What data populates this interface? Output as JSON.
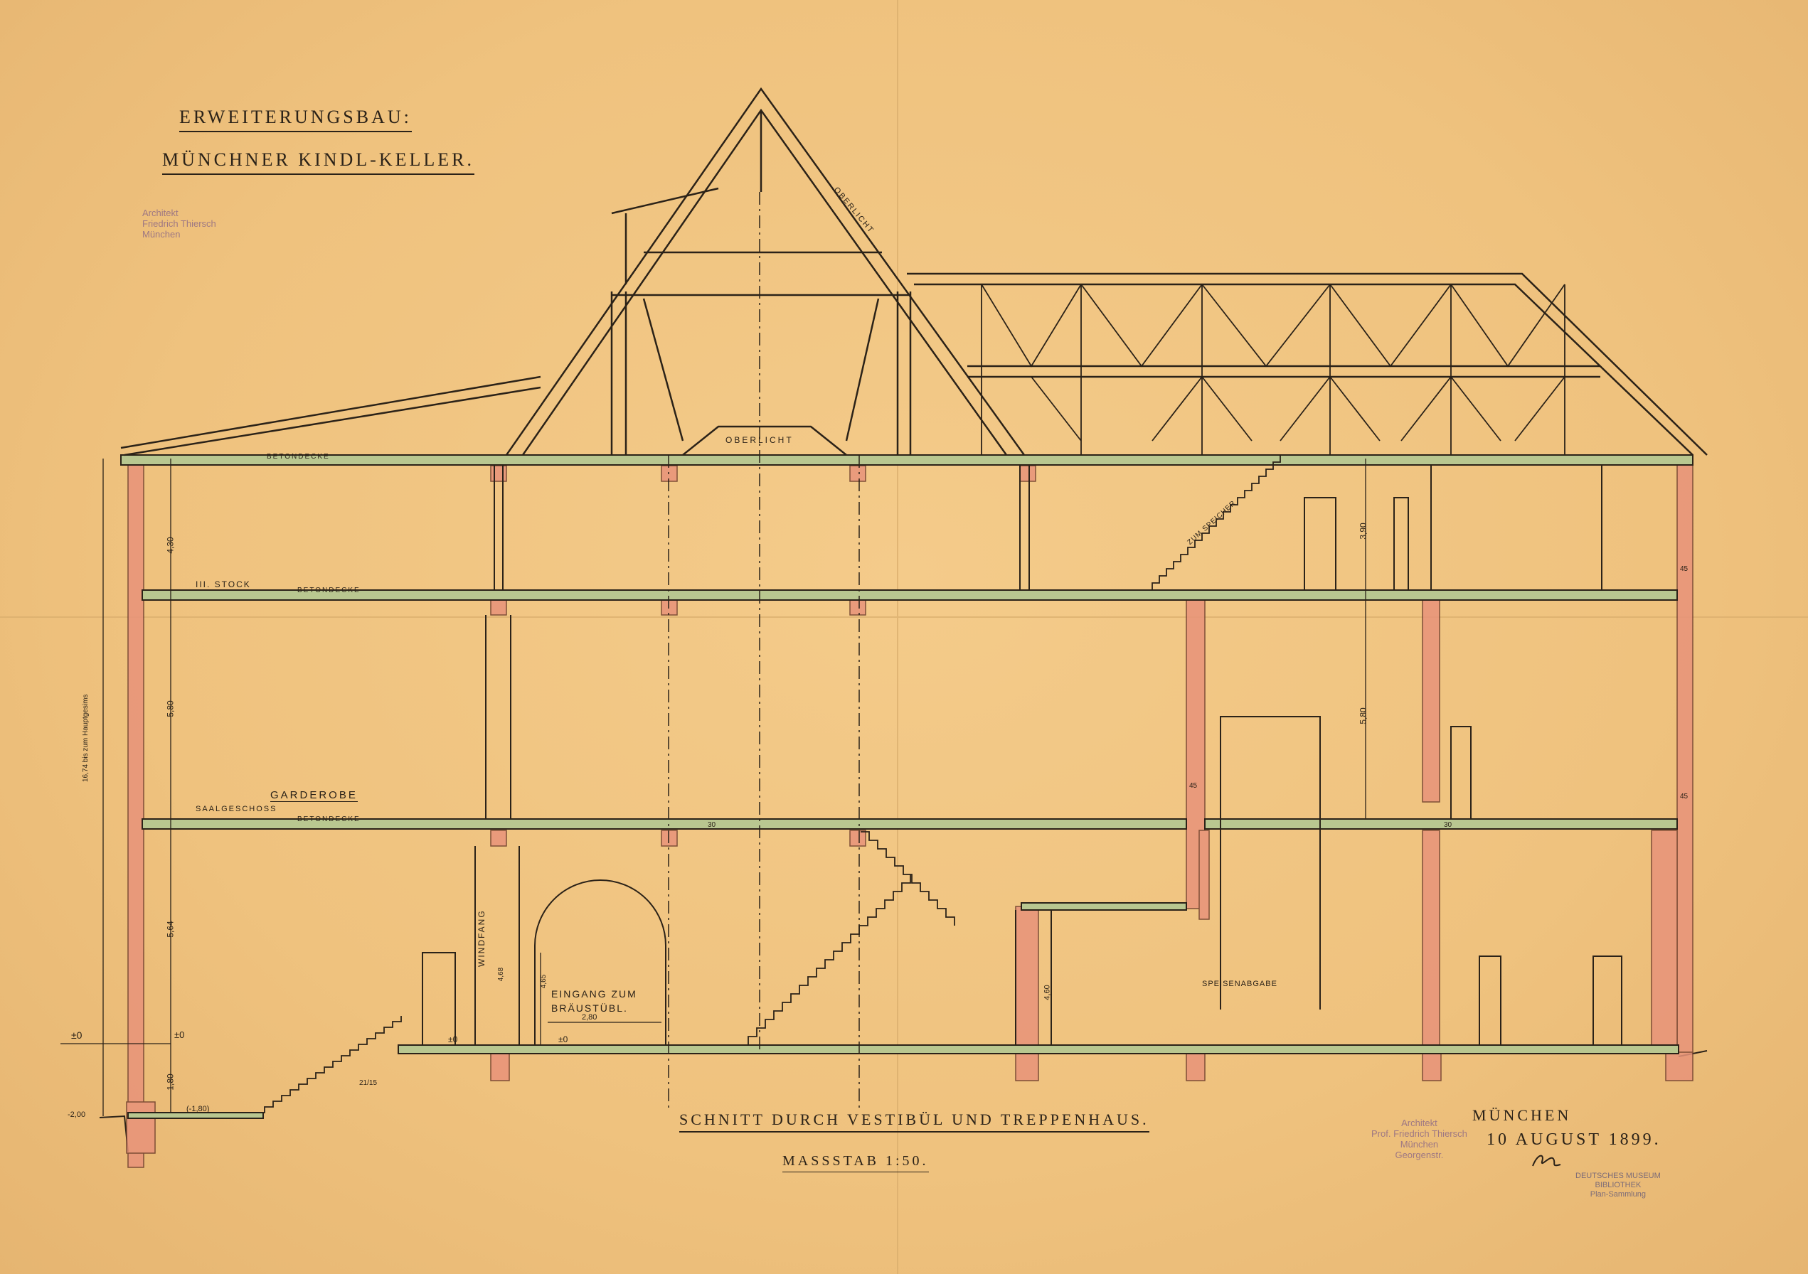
{
  "title": {
    "line1": "ERWEITERUNGSBAU:",
    "line2": "MÜNCHNER KINDL-KELLER."
  },
  "section_title": "SCHNITT DURCH VESTIBÜL UND TREPPENHAUS.",
  "scale": "MASSSTAB 1:50.",
  "place": "MÜNCHEN",
  "date": "10 AUGUST 1899.",
  "labels": {
    "oberlicht_roof": "OBERLICHT",
    "oberlicht_ceiling": "OBERLICHT",
    "betondecke_top": "BETONDECKE",
    "betondecke_3": "BETONDECKE",
    "betondecke_saal": "BETONDECKE",
    "stock_3": "III. STOCK",
    "garderobe": "GARDEROBE",
    "saalgeschoss": "SAALGESCHOSS",
    "eingang_1": "EINGANG ZUM",
    "eingang_2": "BRÄUSTÜBL.",
    "windfang": "WINDFANG",
    "speisenabgabe": "SPEISENABGABE",
    "zum_speicher": "ZUM SPEICHER",
    "total_height": "16,74 bis zum Hauptgesims"
  },
  "dimensions": {
    "floor_top": "4,30",
    "floor_mid": "5,80",
    "floor_low": "5,64",
    "basement": "1,80",
    "right_top": "3,90",
    "right_mid": "5,80",
    "level_zero_a": "±0",
    "level_zero_b": "±0",
    "level_zero_c": "±0",
    "level_zero_d": "±0",
    "level_minus": "(-1,80)",
    "level_terrain": "-2,00",
    "stair": "21/15",
    "door_width": "2,80",
    "door_height": "4,65",
    "windfang_h": "4,68",
    "right_low": "4,60",
    "beam_a": "30",
    "beam_b": "30",
    "wall_a": "45",
    "wall_b": "45",
    "wall_c": "45"
  },
  "stamps": {
    "stamp_a_1": "Architekt",
    "stamp_a_2": "Friedrich Thiersch",
    "stamp_a_3": "München",
    "stamp_b_1": "Architekt",
    "stamp_b_2": "Prof. Friedrich Thiersch",
    "stamp_b_3": "München",
    "stamp_b_4": "Georgenstr.",
    "museum_1": "DEUTSCHES MUSEUM",
    "museum_2": "BIBLIOTHEK",
    "museum_3": "Plan-Sammlung"
  },
  "colors": {
    "paper": "#f1c682",
    "ink": "#2b2218",
    "masonry": "#e8937a",
    "concrete_floor": "#9ab58a",
    "stamp_purple": "#7d5a86"
  }
}
